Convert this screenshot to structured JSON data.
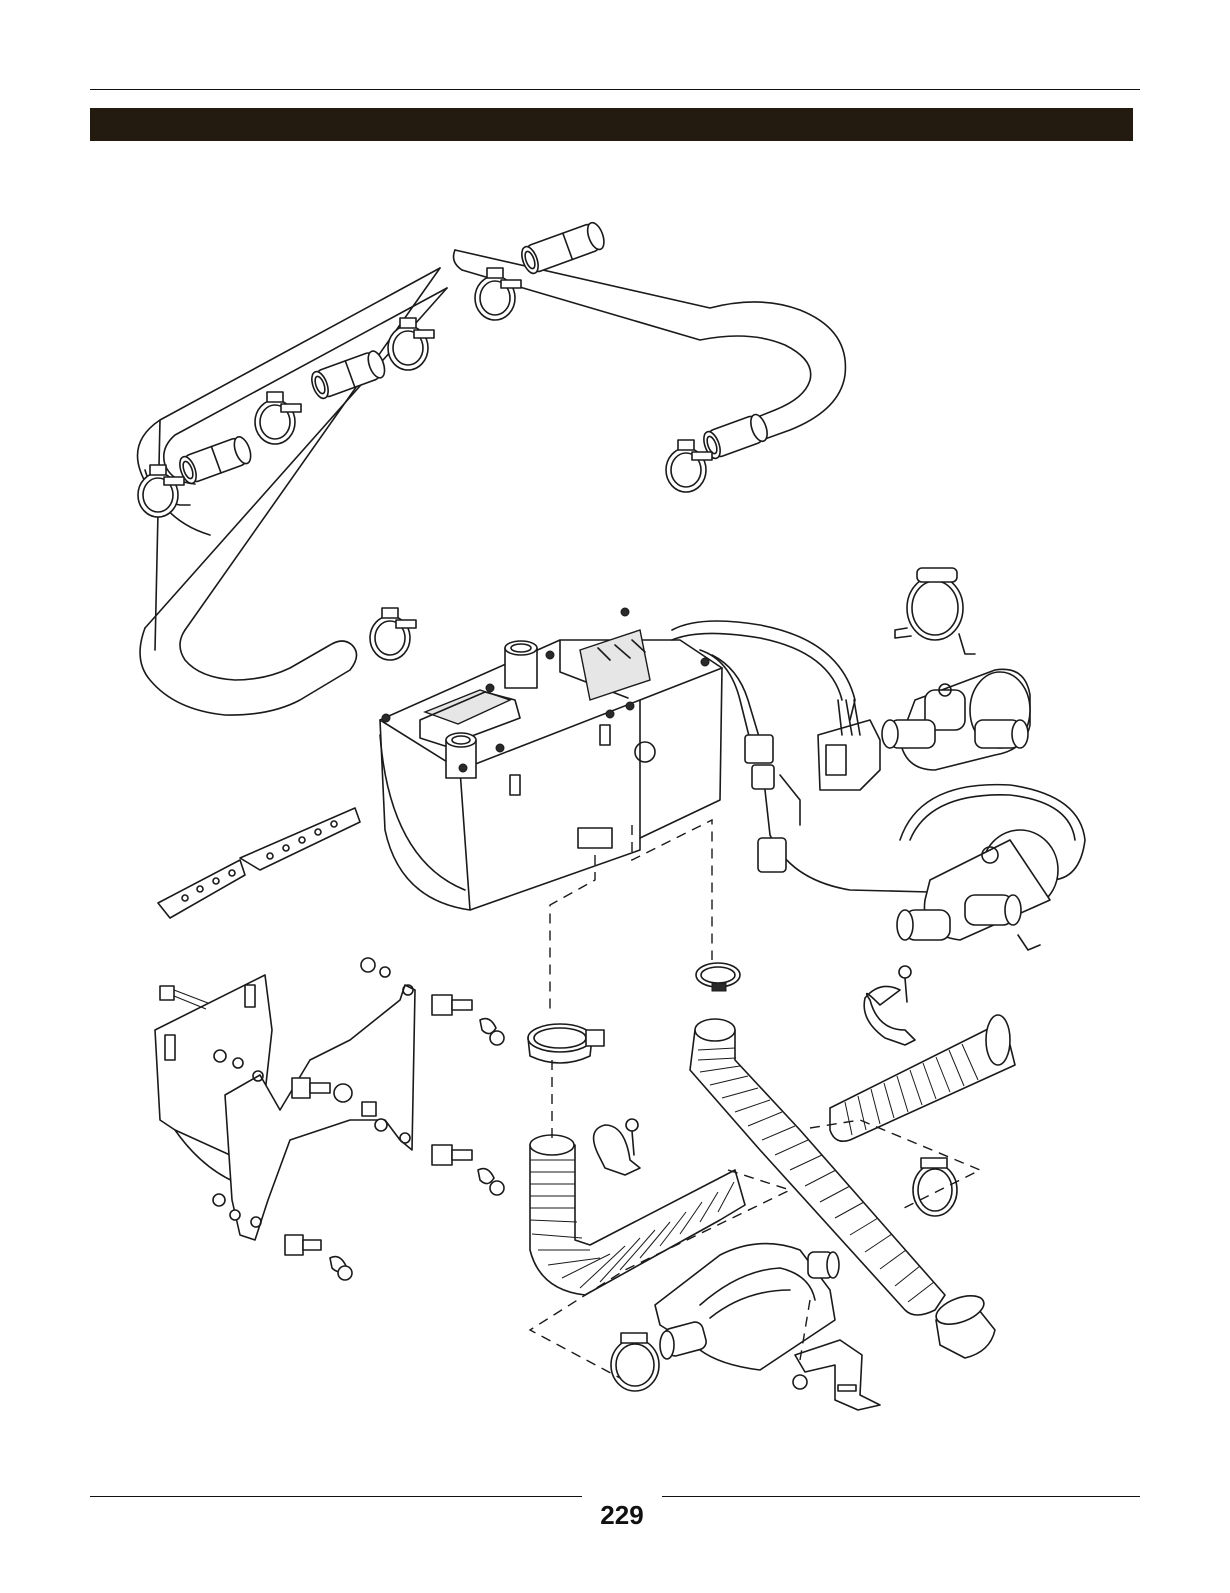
{
  "page": {
    "number": "229",
    "title_bar_color": "#231a10",
    "rule_color": "#111111"
  },
  "diagram": {
    "parts": [
      {
        "id": "coolant-tube-loop",
        "icon": "tube-loop-icon"
      },
      {
        "id": "hose-connector",
        "icon": "connector-icon"
      },
      {
        "id": "hose-clamp",
        "icon": "clamp-icon"
      },
      {
        "id": "heater-unit",
        "icon": "heater-icon"
      },
      {
        "id": "water-pump",
        "icon": "pump-icon"
      },
      {
        "id": "wiring-harness",
        "icon": "harness-icon"
      },
      {
        "id": "mounting-strap",
        "icon": "strap-icon"
      },
      {
        "id": "mounting-bracket",
        "icon": "bracket-icon"
      },
      {
        "id": "exhaust-hose",
        "icon": "flex-hose-icon"
      },
      {
        "id": "intake-hose",
        "icon": "flex-hose-icon"
      },
      {
        "id": "muffler",
        "icon": "muffler-icon"
      },
      {
        "id": "fasteners",
        "icon": "bolt-icon"
      }
    ]
  }
}
